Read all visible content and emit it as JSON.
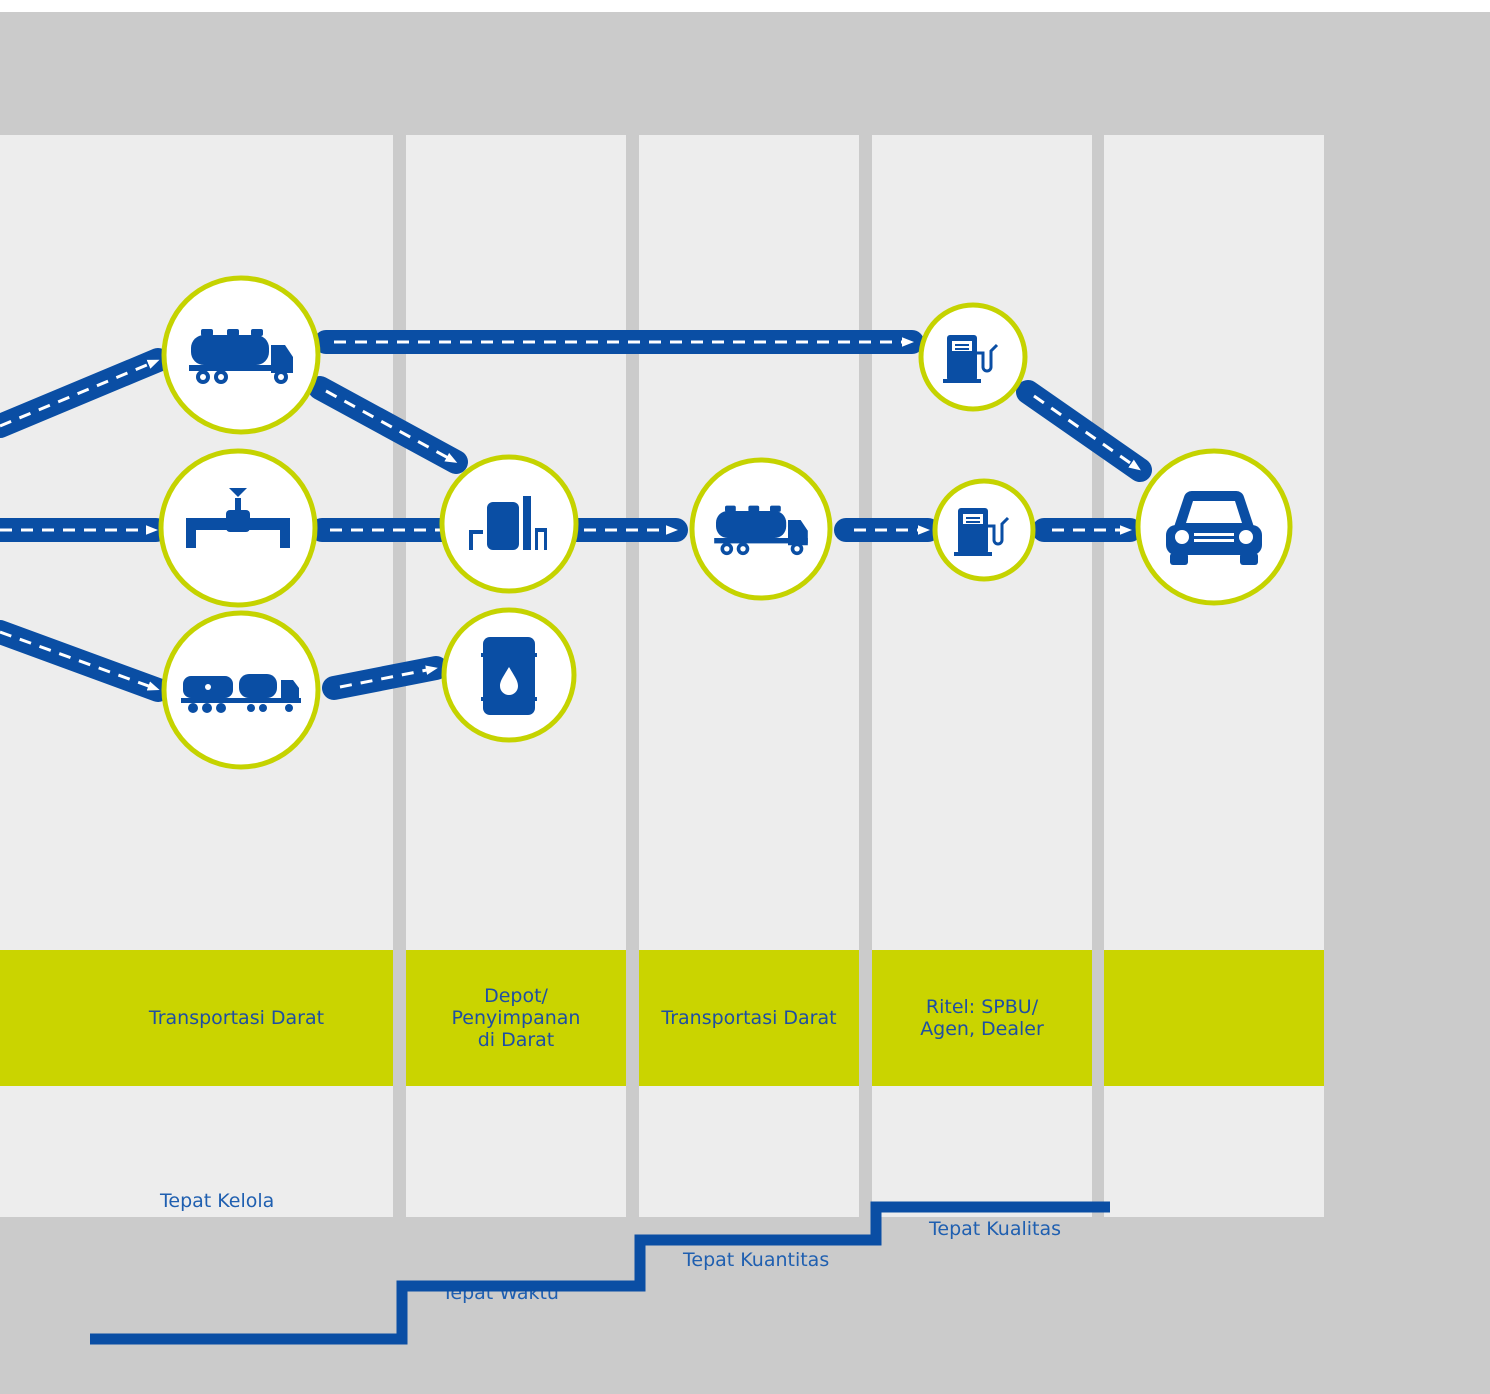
{
  "stages": {
    "transport_land_1": "Transportasi Darat",
    "depot": "Depot/\nPenyimpanan\ndi Darat",
    "transport_land_2": "Transportasi Darat",
    "retail": "Ritel: SPBU/\nAgen, Dealer"
  },
  "steps": {
    "kelola": "Tepat Kelola",
    "waktu": "Tepat Waktu",
    "kuantitas": "Tepat Kuantitas",
    "kualitas": "Tepat Kualitas"
  },
  "nodes": [
    {
      "id": "truck-top",
      "icon": "tanker-truck-icon"
    },
    {
      "id": "pipeline",
      "icon": "pipeline-valve-icon"
    },
    {
      "id": "rail",
      "icon": "rail-tanker-icon"
    },
    {
      "id": "depot",
      "icon": "storage-tank-icon"
    },
    {
      "id": "drum",
      "icon": "oil-drum-icon"
    },
    {
      "id": "truck-mid",
      "icon": "tanker-truck-icon"
    },
    {
      "id": "pump-top",
      "icon": "fuel-pump-icon"
    },
    {
      "id": "pump-mid",
      "icon": "fuel-pump-icon"
    },
    {
      "id": "car",
      "icon": "car-icon"
    }
  ],
  "colors": {
    "background": "#cbcbcb",
    "column": "#ededed",
    "band": "#cad400",
    "flow_blue": "#0a4ea4",
    "ring": "#c5d300"
  }
}
